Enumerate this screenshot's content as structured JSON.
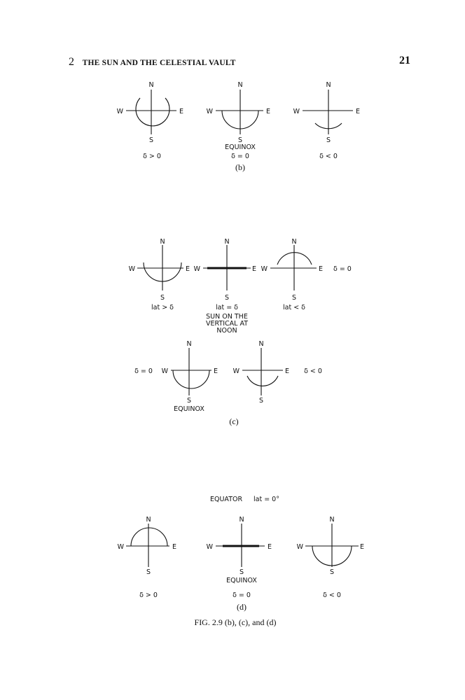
{
  "header": {
    "chapter_number": "2",
    "chapter_title": "THE SUN AND THE CELESTIAL VAULT",
    "page_number": "21"
  },
  "compass": {
    "n": "N",
    "s": "S",
    "e": "E",
    "w": "W"
  },
  "panel_b": {
    "diagrams": [
      {
        "condition": "δ > 0"
      },
      {
        "note": "EQUINOX",
        "condition": "δ = 0"
      },
      {
        "condition": "δ < 0"
      }
    ],
    "sublabel": "(b)"
  },
  "panel_c": {
    "row1": [
      {
        "condition": "lat > δ"
      },
      {
        "condition": "lat = δ",
        "note_lines": [
          "SUN ON THE",
          "VERTICAL AT",
          "NOON"
        ]
      },
      {
        "condition": "lat < δ",
        "side_label": "δ = 0"
      }
    ],
    "row2": [
      {
        "side_label": "δ = 0",
        "note": "EQUINOX"
      },
      {
        "side_label": "δ < 0"
      }
    ],
    "sublabel": "(c)"
  },
  "panel_d": {
    "title": "EQUATOR",
    "lat_label": "lat = 0°",
    "diagrams": [
      {
        "condition": "δ > 0"
      },
      {
        "note": "EQUINOX",
        "condition": "δ = 0"
      },
      {
        "condition": "δ < 0"
      }
    ],
    "sublabel": "(d)"
  },
  "caption": "FIG. 2.9   (b), (c), and (d)"
}
